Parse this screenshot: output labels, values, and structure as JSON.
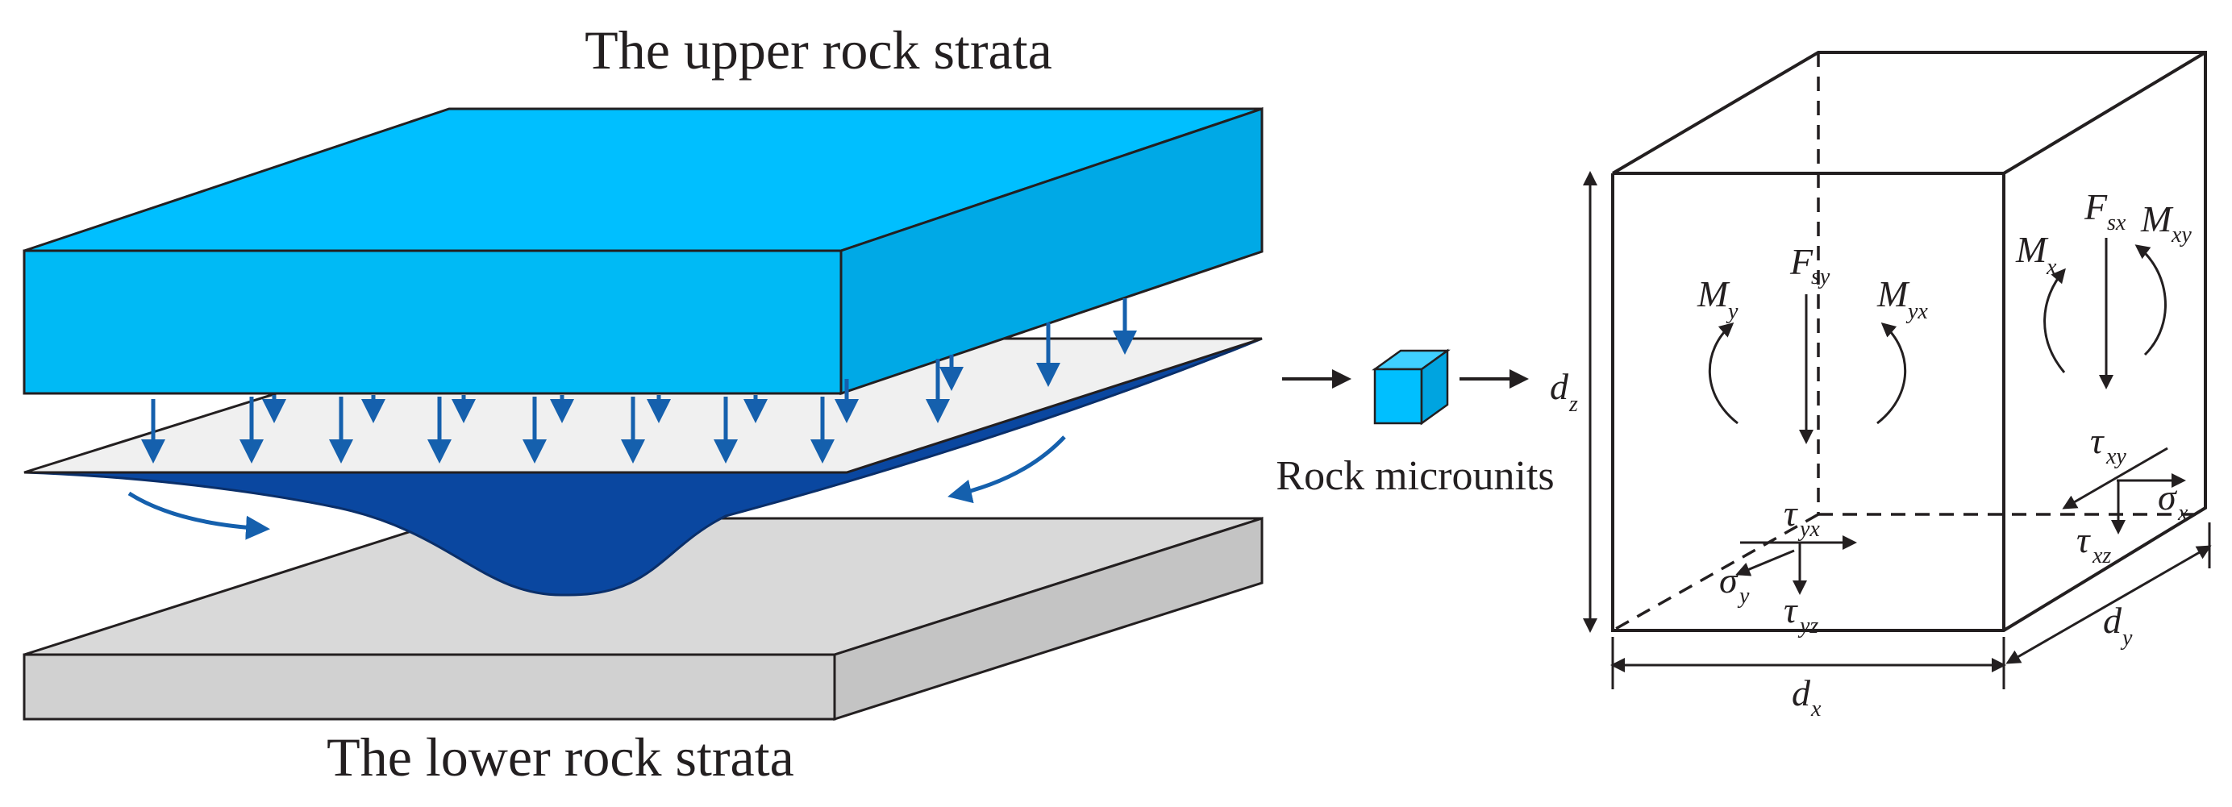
{
  "upper_label": "The upper rock strata",
  "lower_label": "The lower rock strata",
  "micro_label": "Rock microunits",
  "dims": {
    "dz": [
      "d",
      "z"
    ],
    "dx": [
      "d",
      "x"
    ],
    "dy": [
      "d",
      "y"
    ]
  },
  "front_face": {
    "Fsy": [
      "F",
      "sy"
    ],
    "My": [
      "M",
      "y"
    ],
    "Myx": [
      "M",
      "yx"
    ],
    "tau_yx": [
      "τ",
      "yx"
    ],
    "sigma_y": [
      "σ",
      "y"
    ],
    "tau_yz": [
      "τ",
      "yz"
    ]
  },
  "side_face": {
    "Fsx": [
      "F",
      "sx"
    ],
    "Mx": [
      "M",
      "x"
    ],
    "Mxy": [
      "M",
      "xy"
    ],
    "tau_xy": [
      "τ",
      "xy"
    ],
    "sigma_x": [
      "σ",
      "x"
    ],
    "tau_xz": [
      "τ",
      "xz"
    ]
  },
  "colors": {
    "upper_top": "#00bfff",
    "upper_front": "#00baf5",
    "upper_side": "#00a9e6",
    "deformed_layer": "#0a47a0",
    "membrane": "#f0f0f0",
    "lower_top": "#d9d9d9",
    "lower_front": "#d1d1d1",
    "arrow_blue": "#1560ad"
  }
}
